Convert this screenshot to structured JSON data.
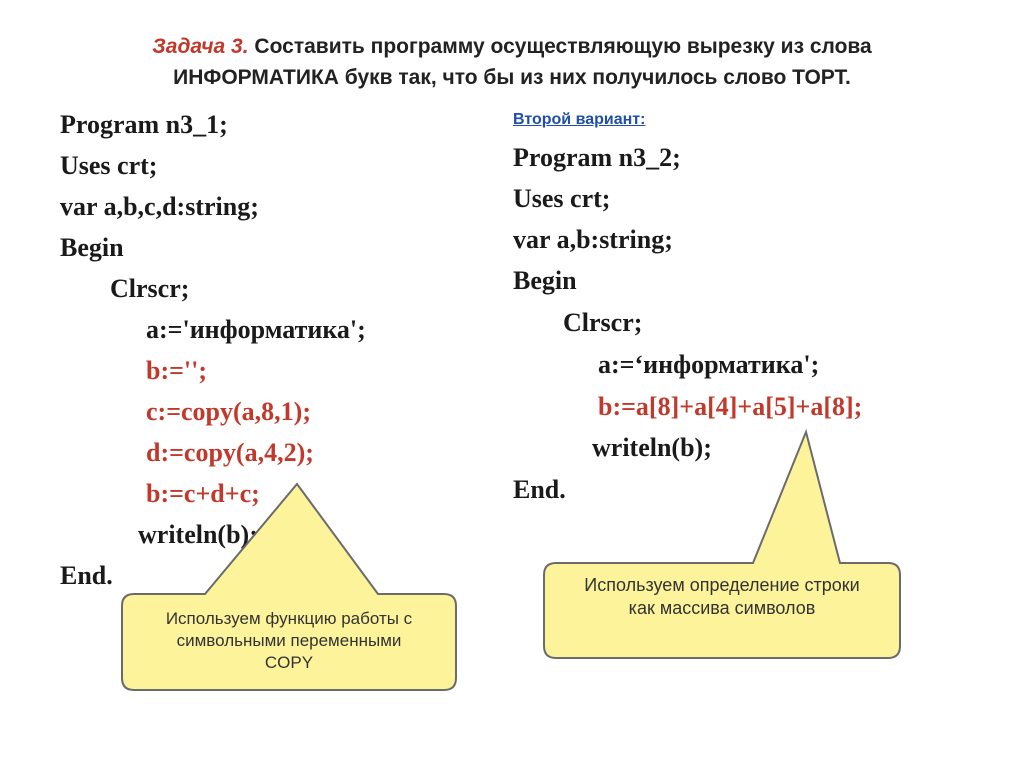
{
  "title": {
    "task_label": "Задача 3.",
    "line1": "Составить программу осуществляющую вырезку из слова",
    "line2": "ИНФОРМАТИКА букв так,  что бы из них получилось слово ТОРТ."
  },
  "left_program": {
    "lines": [
      "Program n3_1;",
      "Uses crt;",
      "var a,b,c,d:string;",
      "Begin",
      "Clrscr;",
      "a:='информатика';",
      "b:='';",
      "c:=copy(a,8,1);",
      "d:=copy(a,4,2);",
      "b:=c+d+c;",
      "writeln(b);",
      "End."
    ]
  },
  "right_program": {
    "variant_label": "Второй вариант:",
    "lines": [
      "Program n3_2;",
      "Uses crt;",
      "var a,b:string;",
      "Begin",
      "Clrscr;",
      "a:=‘информатика';",
      "b:=a[8]+a[4]+a[5]+a[8];",
      "writeln(b);",
      "End."
    ]
  },
  "callout_left": {
    "line1": "Используем функцию работы  с",
    "line2": "символьными переменными",
    "line3": "COPY"
  },
  "callout_right": {
    "line1": "Используем определение строки",
    "line2": "как массива символов"
  },
  "colors": {
    "highlight_code": "#c0392b",
    "variant_link": "#1f4fa8",
    "callout_fill": "#fdf39a",
    "callout_stroke": "#6b6b6b"
  }
}
